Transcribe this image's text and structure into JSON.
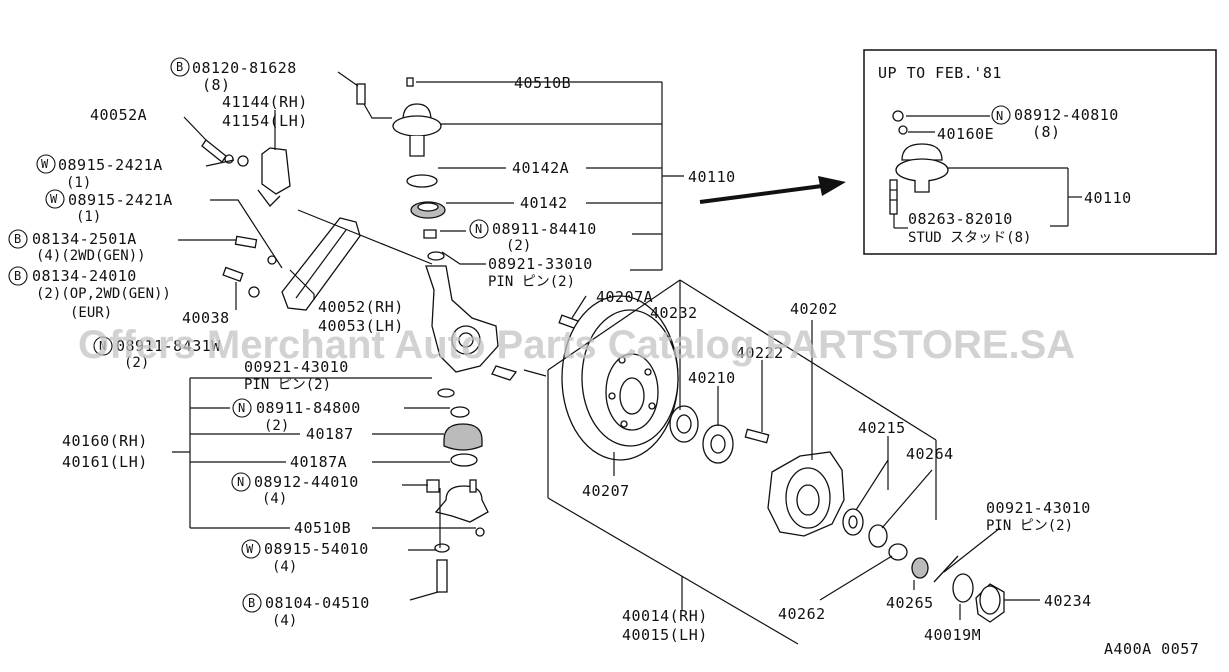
{
  "watermark": "Offers Merchant Auto Parts Catalog PARTSTORE.SA",
  "inset": {
    "title": "UP TO FEB.'81",
    "labels": {
      "nut_part": "08912-40810",
      "nut_qty": "(8)",
      "seal": "40160E",
      "assembly": "40110",
      "stud_part": "08263-82010",
      "stud_name": "STUD スタッド(8)"
    }
  },
  "labels": {
    "bolt_top": "08120-81628",
    "bolt_top_qty": "(8)",
    "ball_joint_top": "40510B",
    "bracket_rh": "41144(RH)",
    "bracket_lh": "41154(LH)",
    "bolt_a": "40052A",
    "washer1": "08915-2421A",
    "washer1_qty": "(1)",
    "washer2": "08915-2421A",
    "washer2_qty": "(1)",
    "seal_top": "40142A",
    "bushing": "40142",
    "assembly_main": "40110",
    "nut1": "08911-84410",
    "nut1_qty": "(2)",
    "pin1": "08921-33010",
    "pin1_name": "PIN ピン(2)",
    "bolt_b1": "08134-2501A",
    "bolt_b1_note": "(4)(2WD(GEN))",
    "bolt_b2": "08134-24010",
    "bolt_b2_note": "(2)(OP,2WD(GEN))",
    "bolt_b2_note2": "(EUR)",
    "spacer": "40038",
    "arm_rh": "40052(RH)",
    "arm_lh": "40053(LH)",
    "nut_hidden": "08911-8431W",
    "nut_hidden_qty": "(2)",
    "bolt_knuckle": "40207A",
    "bearing_outer": "40232",
    "hub": "40202",
    "bolt_hub": "40222",
    "bearing_inner": "40210",
    "rotor": "40207",
    "seal_hub": "40215",
    "grease_cap": "40264",
    "pin2": "00921-43010",
    "pin2_name": "PIN ピン(2)",
    "nut2": "08911-84800",
    "nut2_qty": "(2)",
    "ball_rh": "40160(RH)",
    "ball_lh": "40161(LH)",
    "dust_cover": "40187",
    "ring": "40187A",
    "nut3": "08912-44010",
    "nut3_qty": "(4)",
    "ball_joint_bottom": "40510B",
    "washer3": "08915-54010",
    "washer3_qty": "(4)",
    "bolt_bottom": "08104-04510",
    "bolt_bottom_qty": "(4)",
    "knuckle_rh": "40014(RH)",
    "knuckle_lh": "40015(LH)",
    "nut_lock": "40262",
    "washer_lock": "40265",
    "snap_ring": "40019M",
    "boot": "40234",
    "pin3": "00921-43010",
    "pin3_name": "PIN ピン(2)"
  },
  "markers": {
    "B": "B",
    "W": "W",
    "N": "N"
  },
  "footer_code": "A400A 0057"
}
